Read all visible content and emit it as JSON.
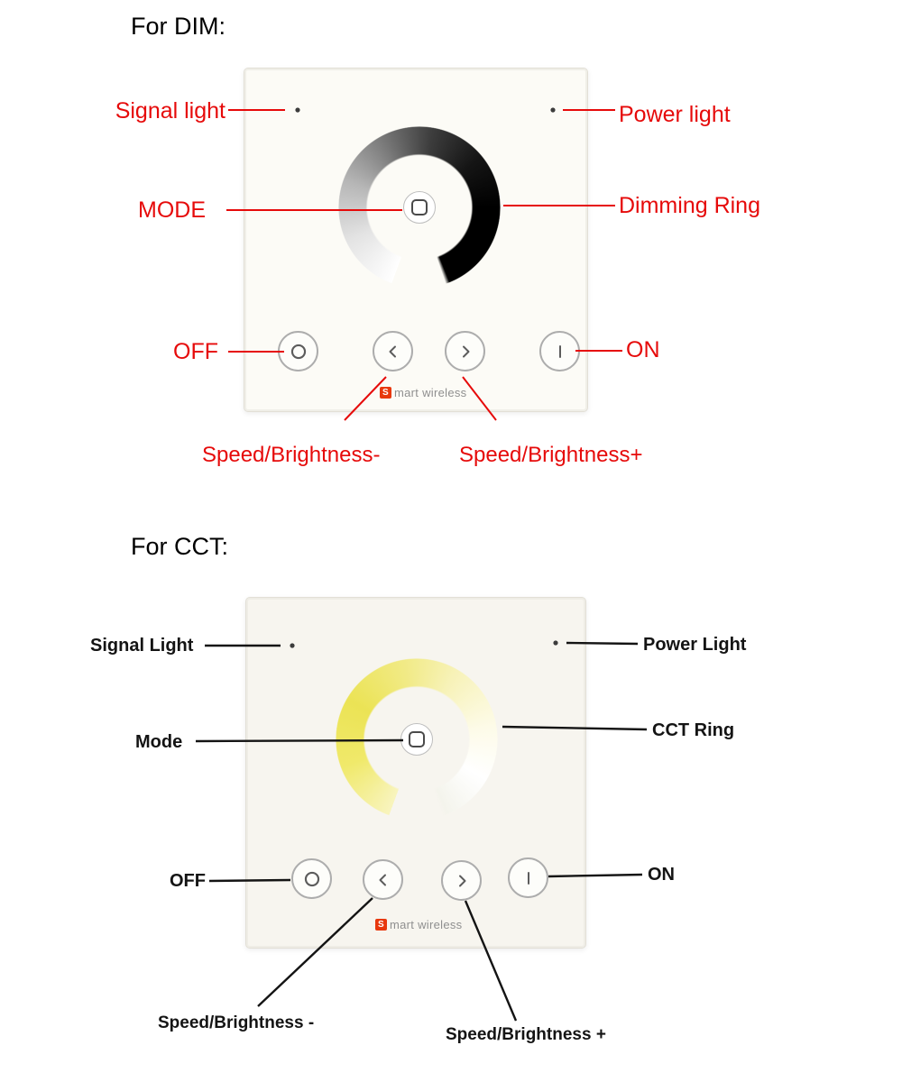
{
  "colors": {
    "dim_annotation": "#e60a0a",
    "cct_annotation": "#141414",
    "brand_red": "#e8380d",
    "panel_bg": "#fcfbf6"
  },
  "sections": {
    "dim": {
      "title": "For DIM:",
      "signal_label": "Signal light",
      "power_label": "Power light",
      "mode_label": "MODE",
      "ring_label": "Dimming Ring",
      "off_label": "OFF",
      "on_label": "ON",
      "speed_minus_label": "Speed/Brightness-",
      "speed_plus_label": "Speed/Brightness+",
      "brand_s": "S",
      "brand_rest": "mart wireless"
    },
    "cct": {
      "title": "For CCT:",
      "signal_label": "Signal Light",
      "power_label": "Power Light",
      "mode_label": "Mode",
      "ring_label": "CCT Ring",
      "off_label": "OFF",
      "on_label": "ON",
      "speed_minus_label": "Speed/Brightness -",
      "speed_plus_label": "Speed/Brightness +",
      "brand_s": "S",
      "brand_rest": "mart wireless"
    }
  }
}
